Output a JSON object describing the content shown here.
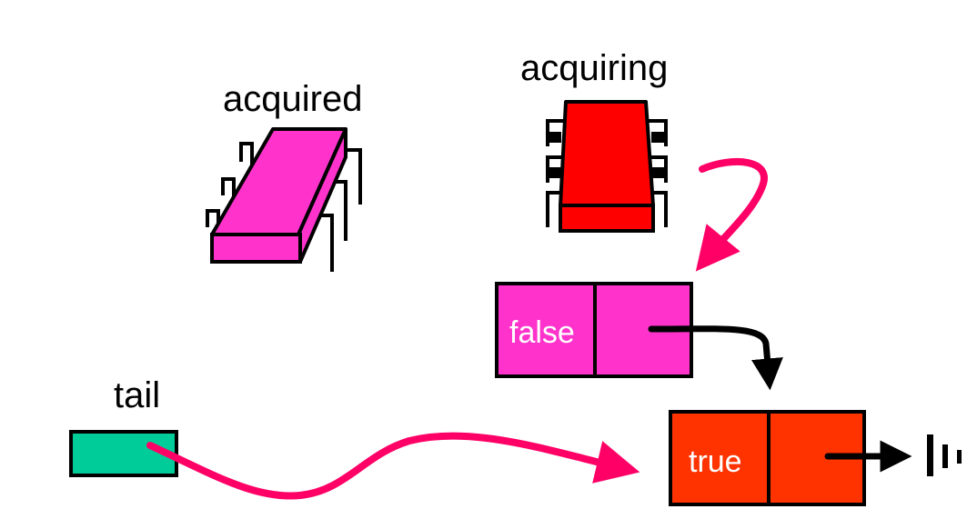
{
  "labels": {
    "acquired": "acquired",
    "acquiring": "acquiring",
    "tail": "tail"
  },
  "nodes": {
    "false_node": {
      "value": "false"
    },
    "true_node": {
      "value": "true"
    }
  },
  "colors": {
    "magenta": "#ff33cc",
    "red": "#ff0000",
    "orange_red": "#ff3300",
    "teal": "#00cc99",
    "pointer_pink": "#ff0066",
    "black": "#000000",
    "white": "#ffffff"
  },
  "icons": {
    "acquired_thread": "chip-icon",
    "acquiring_thread": "chip-icon",
    "null_terminator": "ground-icon"
  }
}
